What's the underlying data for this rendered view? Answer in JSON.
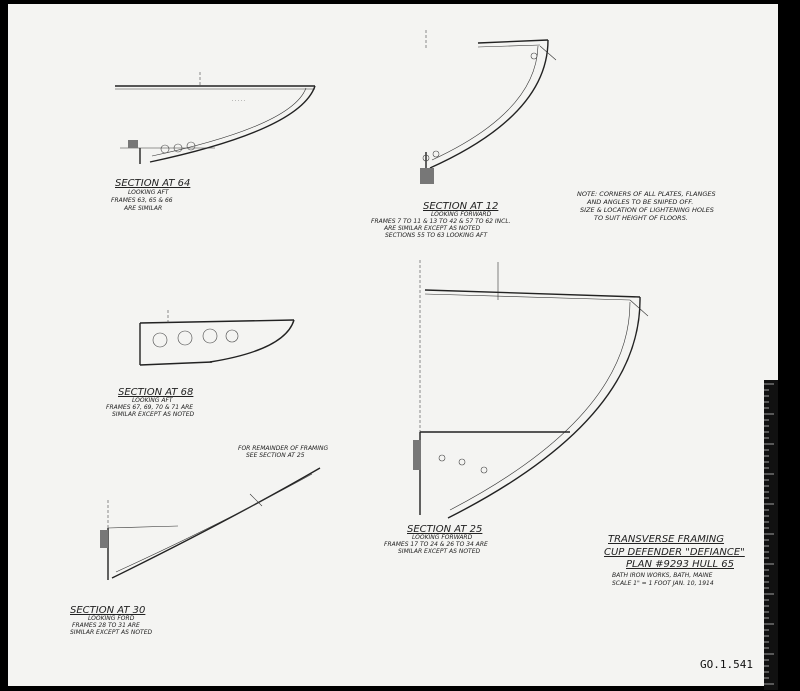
{
  "sections": [
    {
      "title": "SECTION AT 64",
      "lines": [
        "LOOKING AFT",
        "FRAMES 63, 65 & 66",
        "ARE SIMILAR"
      ]
    },
    {
      "title": "SECTION AT 12",
      "lines": [
        "LOOKING FORWARD",
        "FRAMES 7 TO 11 & 13 TO 42 & 57 TO 62 INCL.",
        "ARE SIMILAR EXCEPT AS NOTED",
        "SECTIONS 55 TO 63 LOOKING AFT"
      ]
    },
    {
      "title": "SECTION AT 68",
      "lines": [
        "LOOKING AFT",
        "FRAMES 67, 69, 70 & 71 ARE",
        "SIMILAR EXCEPT AS NOTED"
      ]
    },
    {
      "title": "SECTION AT 30",
      "lines": [
        "LOOKING FORD",
        "FRAMES 28 TO 31 ARE",
        "SIMILAR EXCEPT AS NOTED"
      ]
    },
    {
      "title": "SECTION AT 25",
      "lines": [
        "LOOKING FORWARD",
        "FRAMES 17 TO 24 & 26 TO 34 ARE",
        "SIMILAR EXCEPT AS NOTED"
      ]
    }
  ],
  "note": {
    "lines": [
      "NOTE: CORNERS OF ALL PLATES, FLANGES",
      "AND ANGLES TO BE SNIPED OFF.",
      "SIZE & LOCATION OF LIGHTENING HOLES",
      "TO SUIT HEIGHT OF FLOORS."
    ]
  },
  "callout_top": {
    "lines": [
      "FOR REMAINDER OF FRAMING",
      "SEE SECTION AT 25"
    ]
  },
  "title_block": {
    "lines": [
      "TRANSVERSE FRAMING",
      "CUP DEFENDER \"DEFIANCE\"",
      "PLAN #9293 HULL 65",
      "BATH IRON WORKS, BATH, MAINE",
      "SCALE 1\" = 1 FOOT     JAN. 10, 1914"
    ]
  },
  "catalog_number": "GO.1.541"
}
